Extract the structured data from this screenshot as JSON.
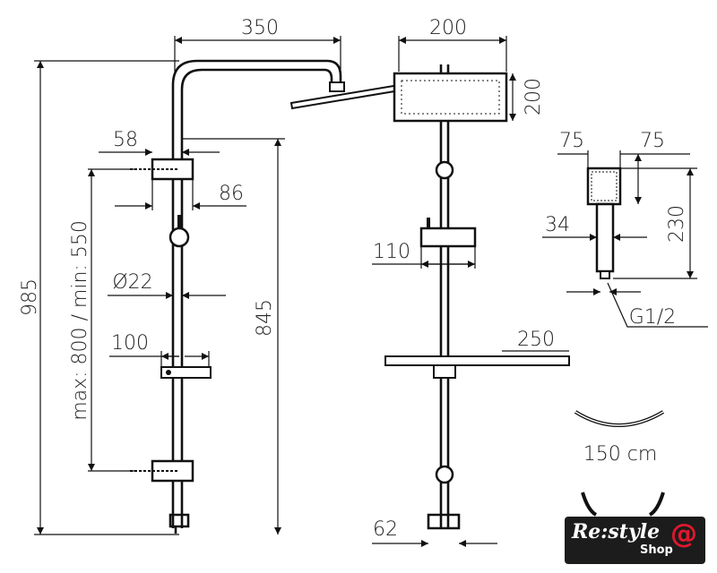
{
  "dimensions": {
    "arm_length": "350",
    "total_height": "985",
    "slide_range": "max: 800 / min: 550",
    "bracket_offset": "58",
    "bracket_width": "86",
    "pipe_diameter": "Ø22",
    "shelf_left_view": "100",
    "rail_height": "845",
    "head_width": "200",
    "head_depth": "200",
    "holder_width": "110",
    "shelf_width": "250",
    "valve_width": "62",
    "hand_head_left": "75",
    "hand_head_right": "75",
    "hand_length": "230",
    "handle_width": "34",
    "thread": "G1/2"
  },
  "hose_length": "150 cm",
  "logo": {
    "text": "Re:style",
    "sub": "Shop",
    "accent": "#e0182d"
  }
}
